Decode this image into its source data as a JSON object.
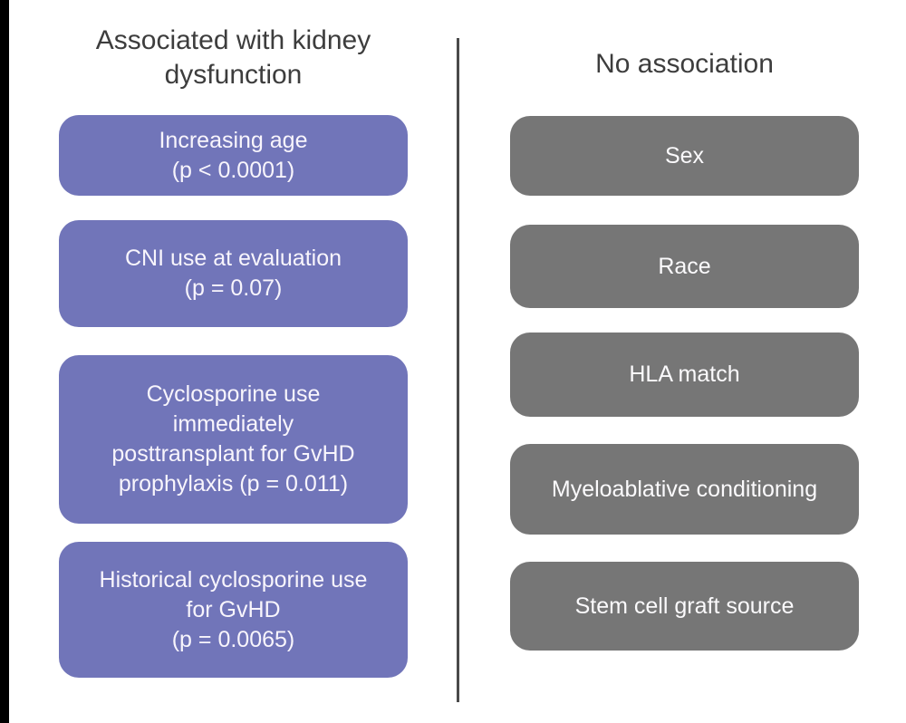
{
  "diagram": {
    "left_column": {
      "header": "Associated with kidney\ndysfunction",
      "box_color": "#7175b9",
      "text_color": "#f8f5fc",
      "items": [
        "Increasing age\n(p < 0.0001)",
        "CNI use at evaluation\n(p = 0.07)",
        "Cyclosporine use\nimmediately\nposttransplant for GvHD\nprophylaxis (p = 0.011)",
        "Historical cyclosporine use\nfor GvHD\n(p = 0.0065)"
      ]
    },
    "right_column": {
      "header": "No association",
      "box_color": "#767676",
      "text_color": "#fbfafc",
      "items": [
        "Sex",
        "Race",
        "HLA match",
        "Myeloablative conditioning",
        "Stem cell graft source"
      ]
    },
    "divider_color": "#4a4a4a",
    "header_text_color": "#3d3d3d"
  }
}
